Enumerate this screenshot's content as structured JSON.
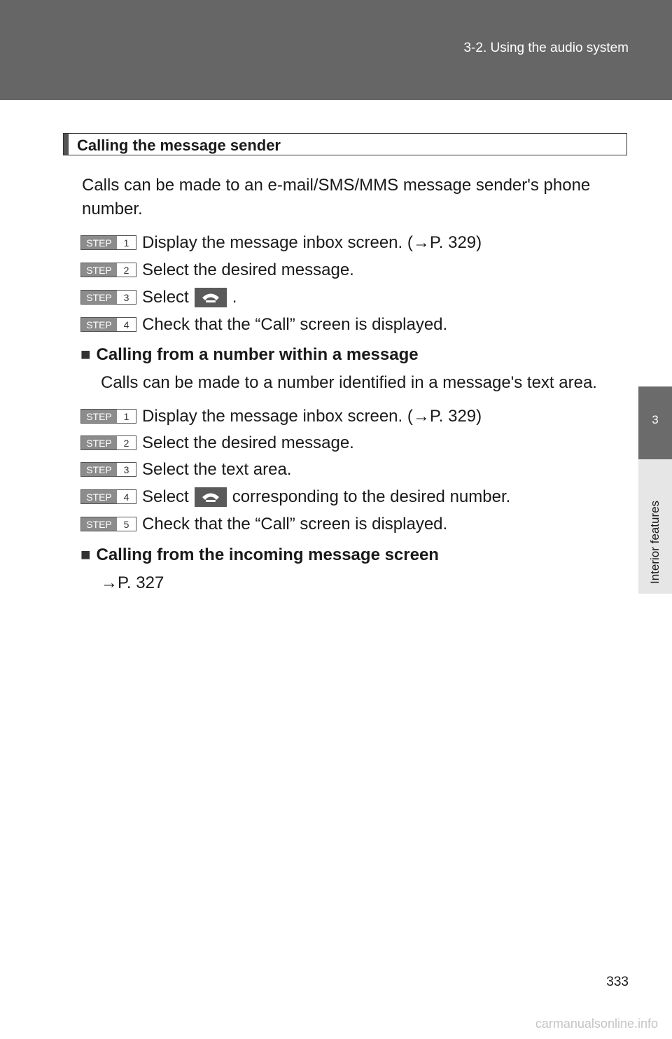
{
  "header": {
    "section_title": "3-2. Using the audio system"
  },
  "side_tab": {
    "chapter_number": "3",
    "chapter_label": "Interior features"
  },
  "section": {
    "heading": "Calling the message sender",
    "intro_line1": "Calls can be made to an e-mail/SMS/MMS message sender's phone",
    "intro_line2": "number."
  },
  "steps_group1": [
    {
      "badge": "STEP",
      "num": "1",
      "text": "Display the message inbox screen. (→P. 329)"
    },
    {
      "badge": "STEP",
      "num": "2",
      "text": "Select the desired message."
    },
    {
      "badge": "STEP",
      "num": "3",
      "text_before": "Select",
      "text_after": "."
    },
    {
      "badge": "STEP",
      "num": "4",
      "text": "Check that the “Call” screen is displayed."
    }
  ],
  "subsection1": {
    "bullet": "■",
    "title": "Calling from a number within a message",
    "body": "Calls can be made to a number identified in a message's text area."
  },
  "steps_group2": [
    {
      "badge": "STEP",
      "num": "1",
      "text": "Display the message inbox screen. (→P. 329)"
    },
    {
      "badge": "STEP",
      "num": "2",
      "text": "Select the desired message."
    },
    {
      "badge": "STEP",
      "num": "3",
      "text": "Select the text area."
    },
    {
      "badge": "STEP",
      "num": "4",
      "text_before": "Select",
      "text_after": "corresponding to the desired number."
    },
    {
      "badge": "STEP",
      "num": "5",
      "text": "Check that the “Call” screen is displayed."
    }
  ],
  "subsection2": {
    "bullet": "■",
    "title": "Calling from the incoming message screen",
    "ref": "→P. 327"
  },
  "page_number": "333",
  "watermark": "carmanualsonline.info",
  "icons": {
    "call_button": "phone-handset-icon"
  },
  "colors": {
    "header_band": "#666666",
    "badge_fill": "#8c8c8c",
    "icon_button": "#5a5a5a"
  }
}
